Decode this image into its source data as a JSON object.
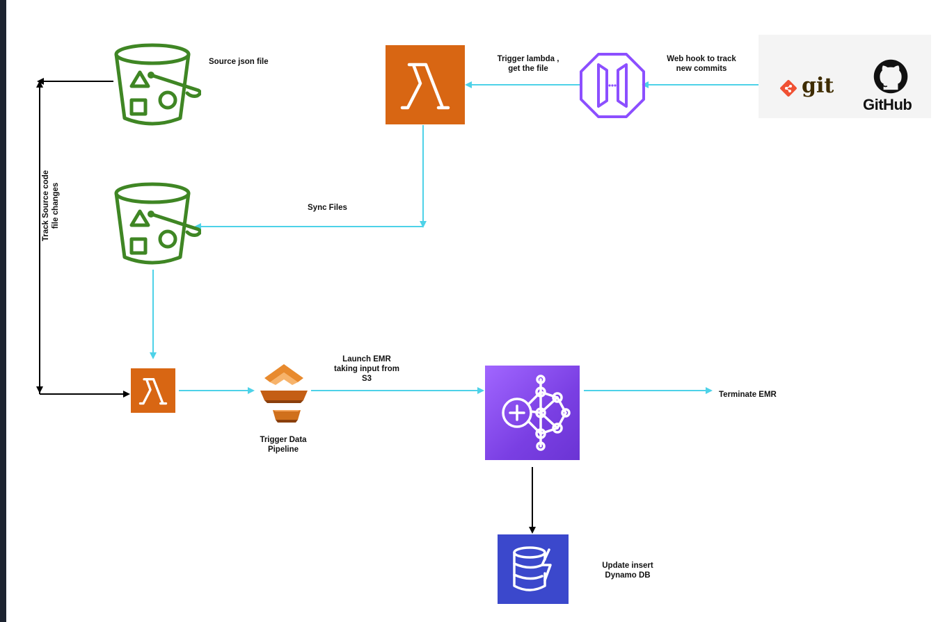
{
  "labels": {
    "source_json": "Source json file",
    "trigger_lambda": "Trigger lambda ,\nget the file",
    "web_hook": "Web hook to track\nnew commits",
    "sync_files": "Sync Files",
    "track_source": "Track Source code\nfile changes",
    "launch_emr": "Launch EMR\ntaking input from\nS3",
    "trigger_pipeline": "Trigger Data\nPipeline",
    "terminate_emr": "Terminate EMR",
    "update_dynamo": "Update insert\nDynamo DB"
  },
  "logos": {
    "git": "git",
    "github": "GitHub"
  },
  "colors": {
    "bucket_green": "#3f8624",
    "lambda_orange": "#d86613",
    "gateway_purple": "#8c4fff",
    "emr_purple": "#8c4fff",
    "dynamo_blue": "#3b48cc",
    "flow_cyan": "#4dd2e8",
    "flow_black": "#000000",
    "git_red": "#f05133",
    "git_text": "#3e2c00"
  },
  "icons": {
    "source_bucket": "s3-bucket-icon",
    "sync_bucket": "s3-bucket-icon",
    "lambda_top": "lambda-icon",
    "lambda_bottom": "lambda-icon",
    "gateway": "api-gateway-icon",
    "pipeline": "data-pipeline-icon",
    "emr": "emr-icon",
    "dynamo": "dynamodb-icon",
    "git": "git-logo-icon",
    "github": "github-octocat-icon"
  }
}
